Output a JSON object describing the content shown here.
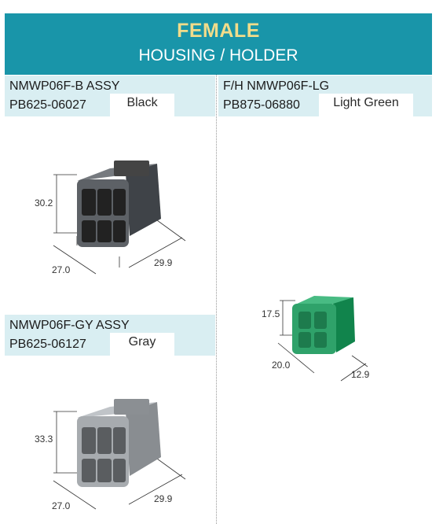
{
  "header": {
    "title": "FEMALE",
    "subtitle": "HOUSING / HOLDER"
  },
  "parts": [
    {
      "name": "NMWP06F-B ASSY",
      "part_number": "PB625-06027",
      "color_name": "Black",
      "body_color": "#5d6166",
      "dims": {
        "height": "30.2",
        "width": "27.0",
        "depth": "29.9"
      }
    },
    {
      "name": "F/H NMWP06F-LG",
      "part_number": "PB875-06880",
      "color_name": "Light Green",
      "body_color": "#2fa26a",
      "dims": {
        "height": "17.5",
        "width": "20.0",
        "depth": "12.9"
      }
    },
    {
      "name": "NMWP06F-GY ASSY",
      "part_number": "PB625-06127",
      "color_name": "Gray",
      "body_color": "#a7abaf",
      "dims": {
        "height": "33.3",
        "width": "27.0",
        "depth": "29.9"
      }
    }
  ],
  "colors": {
    "header_bg": "#1995a9",
    "header_title": "#f1dc8a",
    "label_bg": "#d9eef2"
  }
}
